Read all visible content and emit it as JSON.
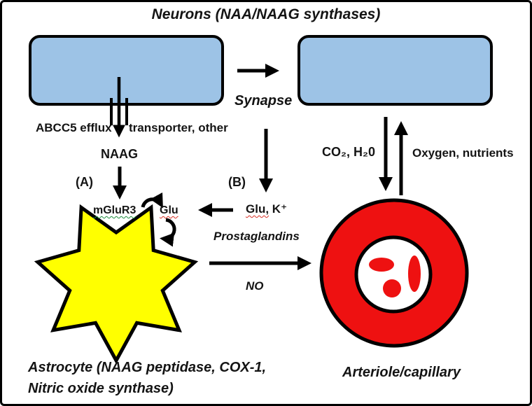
{
  "title": "Neurons (NAA/NAAG synthases)",
  "labels": {
    "synapse": "Synapse",
    "efflux_left": "ABCC5 efflux",
    "efflux_right": "transporter, other",
    "naag": "NAAG",
    "path_a": "(A)",
    "path_b": "(B)",
    "mglur3": "mGluR3",
    "glu": "Glu",
    "glu_k": "Glu,",
    "k_plus": " K⁺",
    "prostaglandins": "Prostaglandins",
    "nitric_oxide": "NO",
    "co2_h2o": "CO₂, H₂0",
    "oxygen_nutrients": "Oxygen, nutrients",
    "astrocyte_line1": "Astrocyte (NAAG peptidase, COX-1,",
    "astrocyte_line2": "Nitric oxide synthase)",
    "arteriole": "Arteriole/capillary"
  },
  "colors": {
    "neuron_fill": "#9DC3E6",
    "astrocyte_fill": "#FFFF00",
    "vessel_fill": "#EE1111",
    "outline": "#000000",
    "spell_red": "#D93025",
    "grammar_green": "#1E8E3E"
  }
}
